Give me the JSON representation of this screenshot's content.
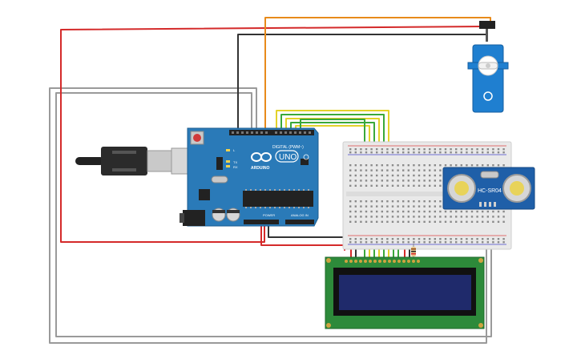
{
  "colors": {
    "red_wire": "#d42a2a",
    "black_wire": "#333333",
    "orange_wire": "#e88a1a",
    "gray_wire": "#9a9a9a",
    "green_wire": "#3aa83a",
    "yellow_wire": "#e3d22a",
    "arduino_board": "#2a7ab8",
    "breadboard": "#e9e9e9",
    "sensor_board": "#1f5fa8",
    "servo_body": "#1f7fd0",
    "lcd_board": "#2d8a3a",
    "lcd_screen": "#1f2a6b"
  },
  "arduino": {
    "brand": "ARDUINO",
    "model": "UNO",
    "digital_label": "DIGITAL (PWM~)",
    "power_label": "POWER",
    "analog_label": "ANALOG IN",
    "tx": "TX",
    "rx": "RX",
    "l": "L"
  },
  "sensor": {
    "model": "HC-SR04"
  },
  "icons": {
    "usb_cable": "usb-plug-icon",
    "power_jack": "dc-jack-icon",
    "reset": "reset-button-icon"
  }
}
